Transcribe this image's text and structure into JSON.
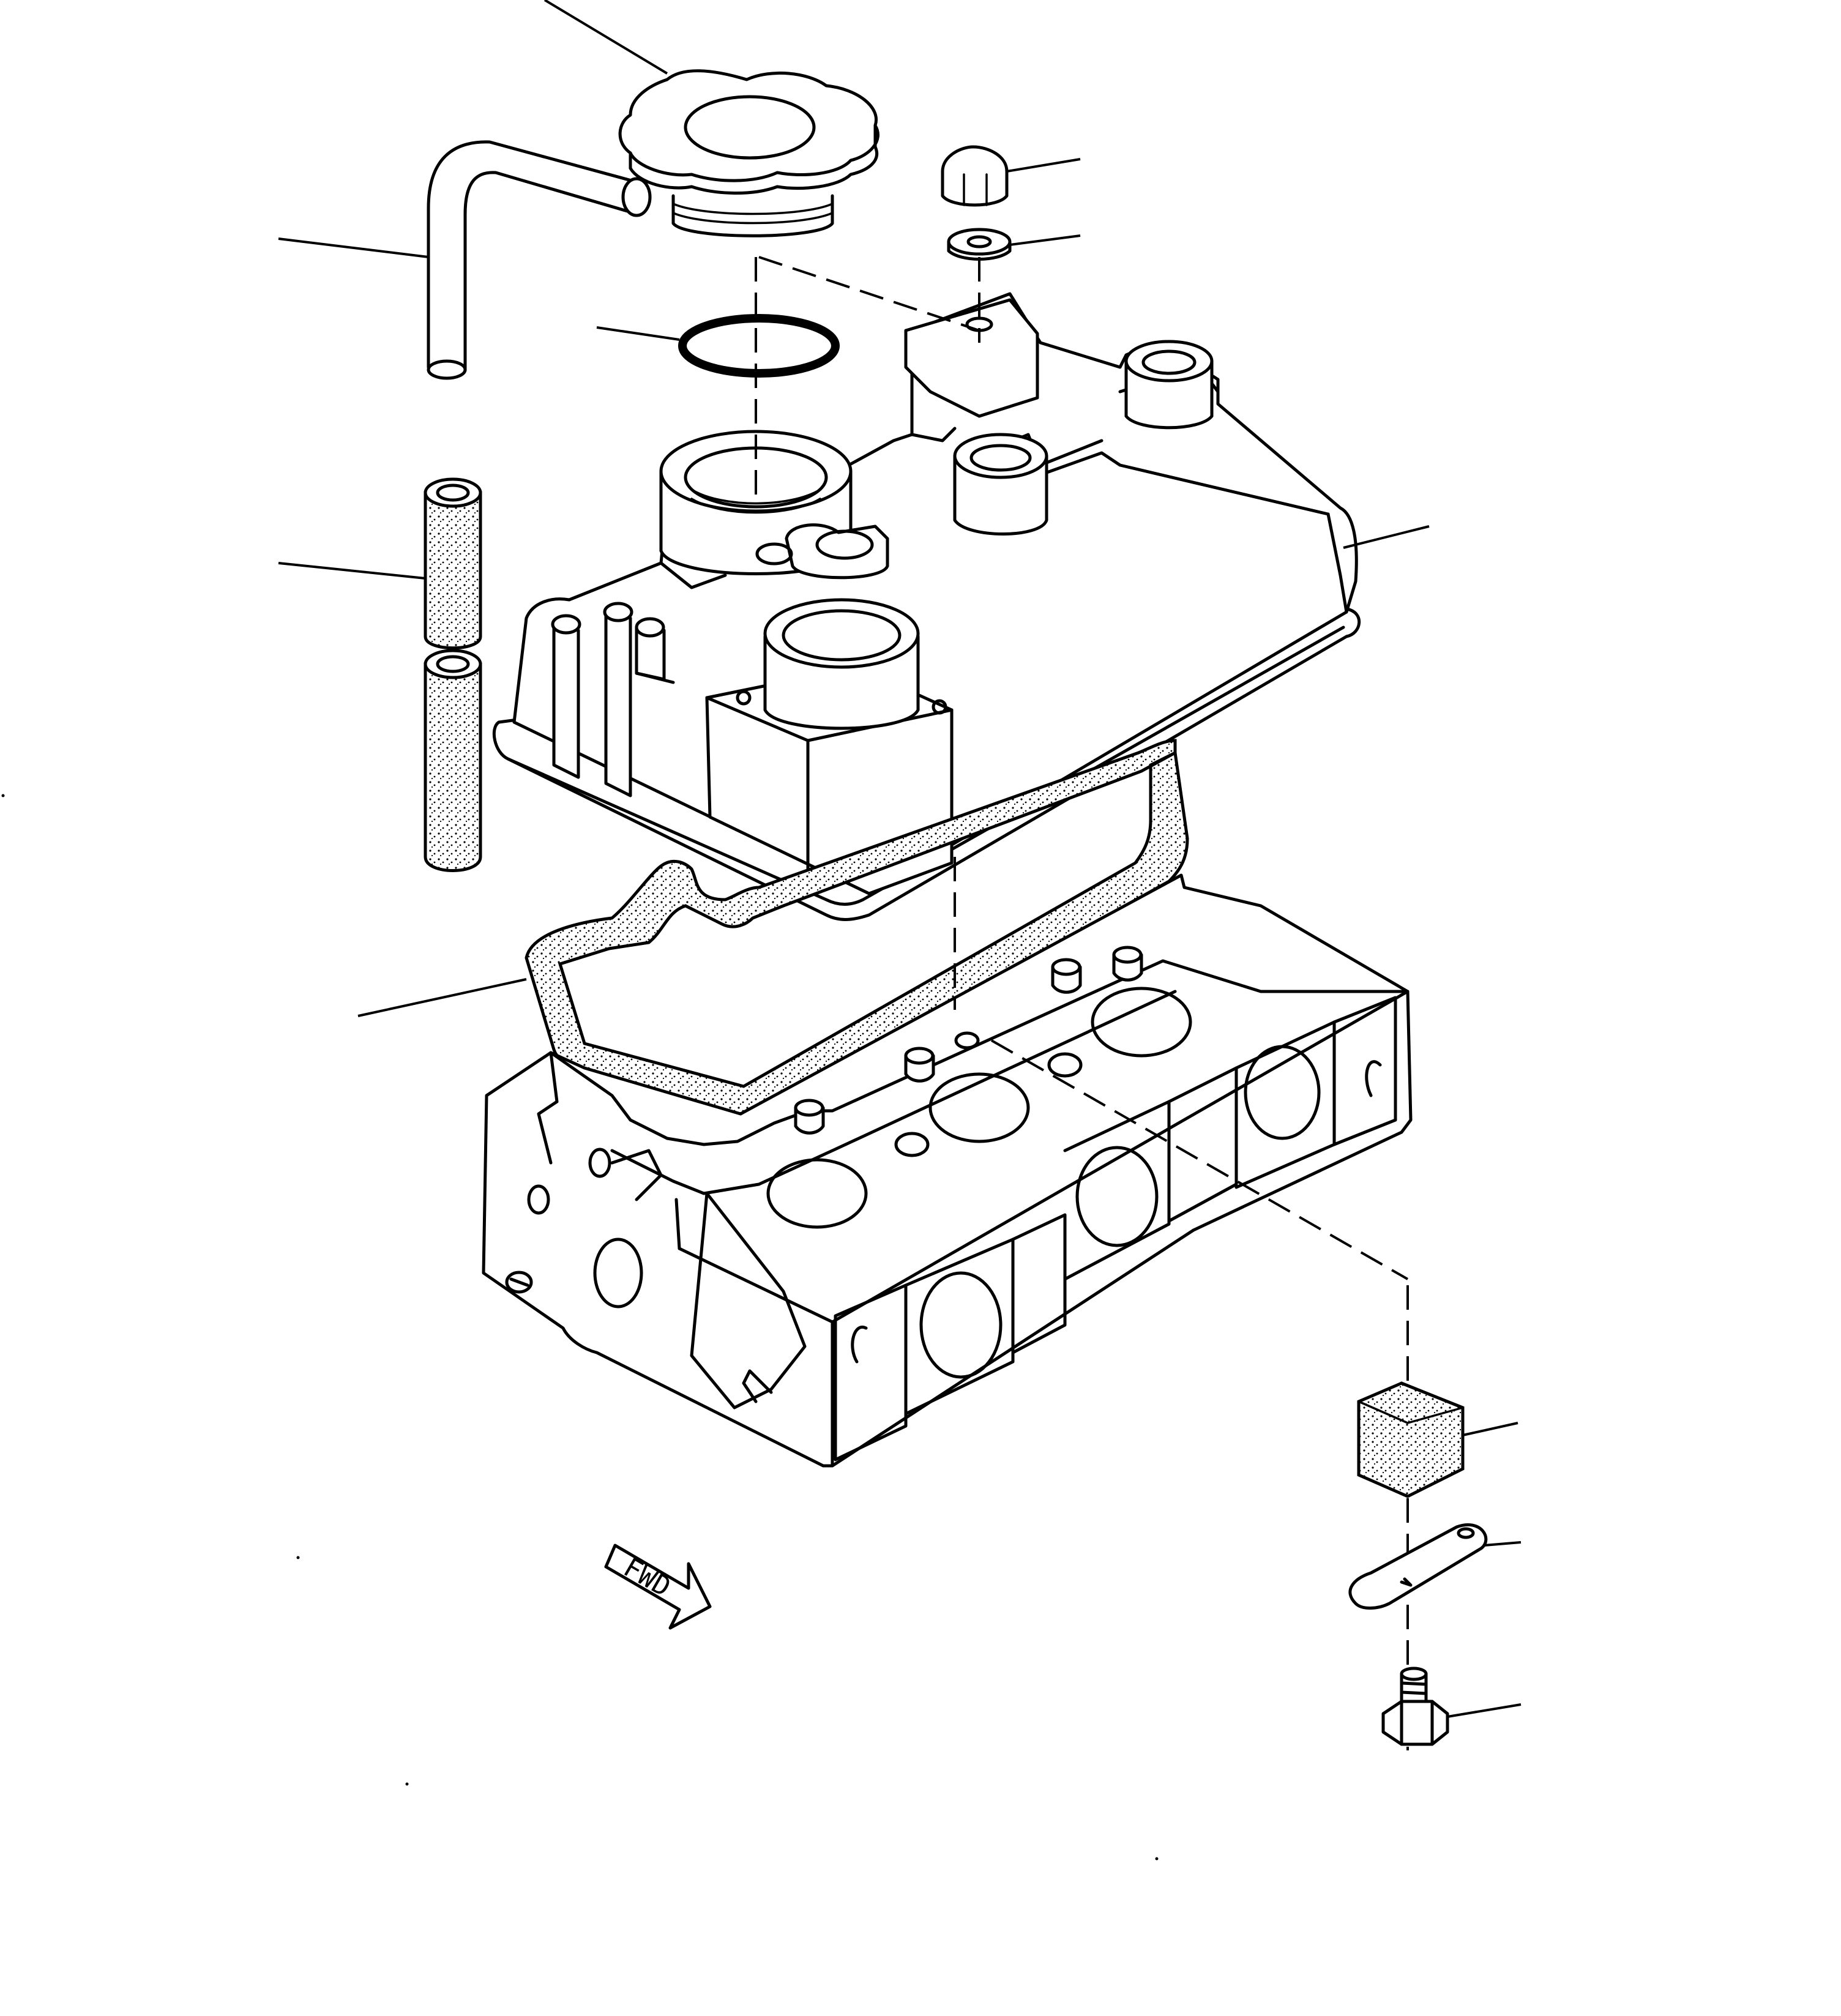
{
  "diagram": {
    "type": "exploded-parts-view",
    "direction_marker": {
      "label": "FWD"
    },
    "parts": [
      {
        "key": "oil-filler-cap"
      },
      {
        "key": "breather-hose"
      },
      {
        "key": "o-ring"
      },
      {
        "key": "hose-sleeve"
      },
      {
        "key": "cap-nut"
      },
      {
        "key": "sealing-washer"
      },
      {
        "key": "rocker-cover"
      },
      {
        "key": "rocker-cover-gasket"
      },
      {
        "key": "cylinder-head"
      },
      {
        "key": "filter-element"
      },
      {
        "key": "retaining-plate"
      },
      {
        "key": "bolt"
      }
    ],
    "colors": {
      "line": "#000000",
      "background": "#ffffff"
    }
  }
}
